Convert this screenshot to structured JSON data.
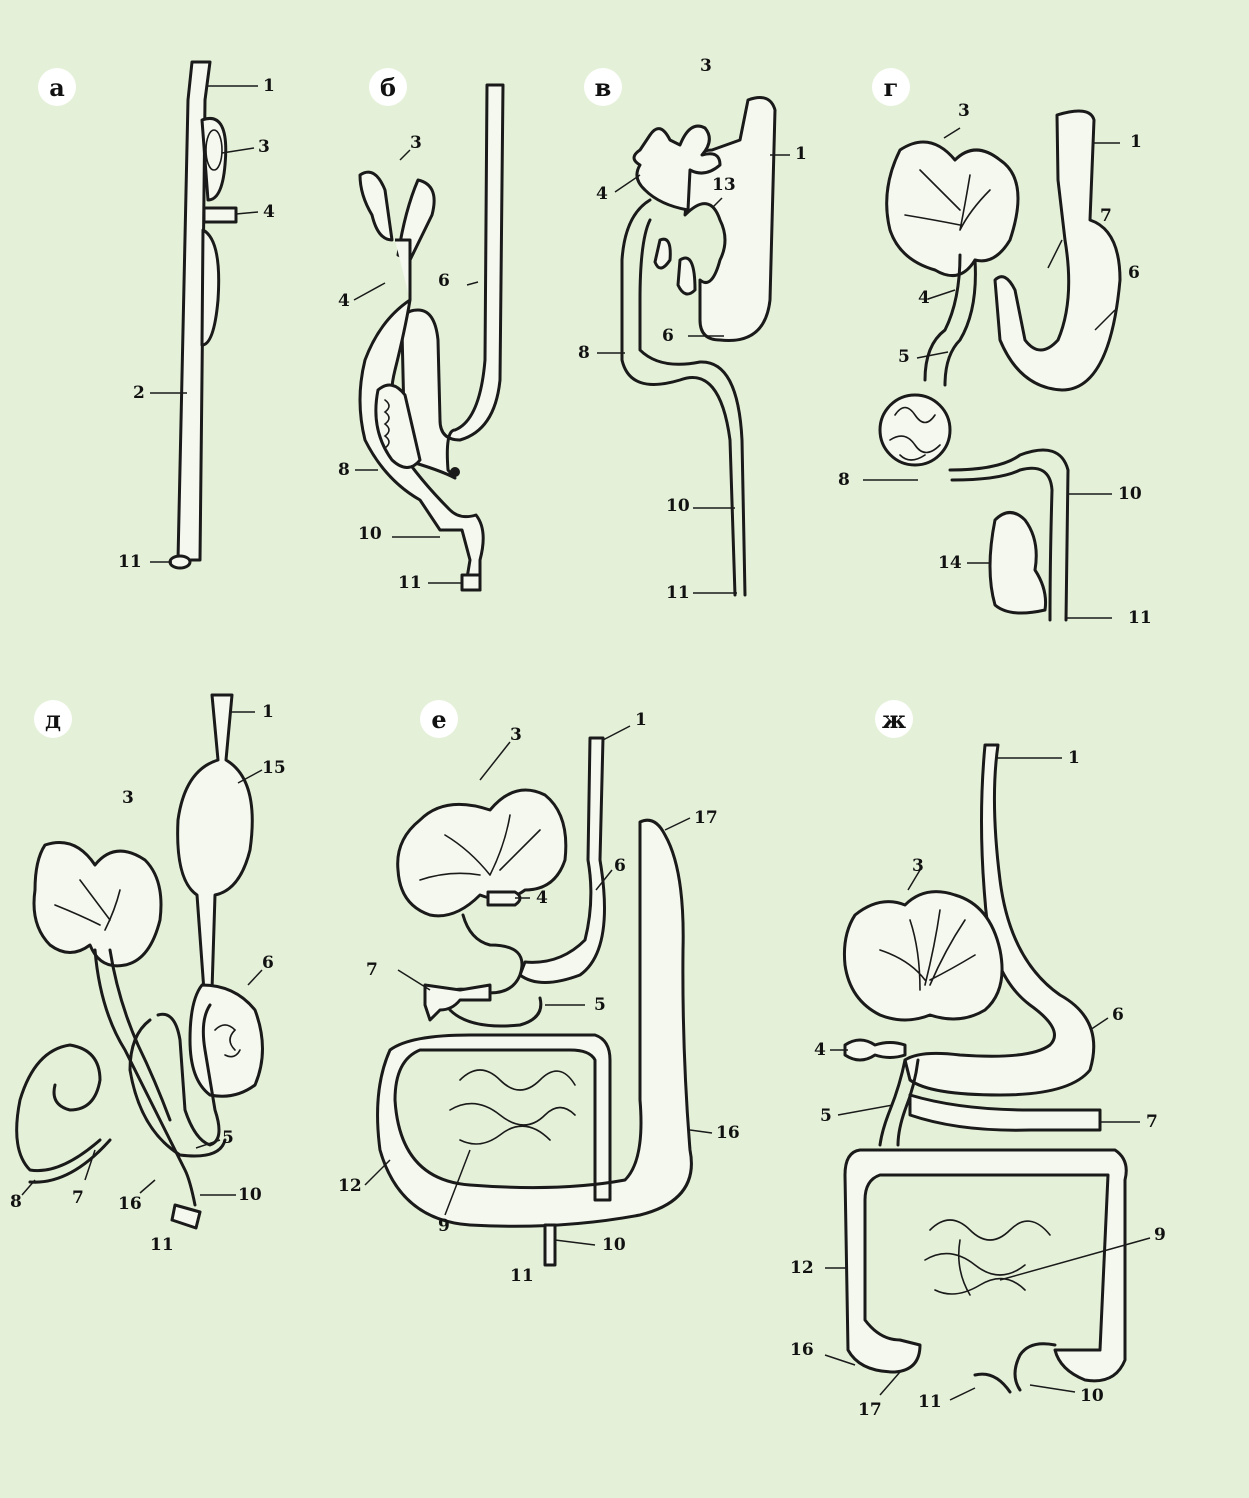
{
  "panels": [
    {
      "letter": "а",
      "labels": [
        "1",
        "3",
        "4",
        "2",
        "11"
      ]
    },
    {
      "letter": "б",
      "labels": [
        "3",
        "4",
        "6",
        "8",
        "10",
        "11"
      ]
    },
    {
      "letter": "в",
      "labels": [
        "3",
        "4",
        "13",
        "1",
        "6",
        "8",
        "10",
        "11"
      ]
    },
    {
      "letter": "г",
      "labels": [
        "3",
        "1",
        "7",
        "4",
        "6",
        "5",
        "8",
        "10",
        "14",
        "11"
      ]
    },
    {
      "letter": "д",
      "labels": [
        "1",
        "15",
        "3",
        "6",
        "5",
        "8",
        "7",
        "16",
        "10",
        "11"
      ]
    },
    {
      "letter": "е",
      "labels": [
        "1",
        "3",
        "17",
        "4",
        "6",
        "7",
        "5",
        "16",
        "12",
        "9",
        "10",
        "11"
      ]
    },
    {
      "letter": "ж",
      "labels": [
        "1",
        "3",
        "6",
        "4",
        "5",
        "7",
        "9",
        "12",
        "16",
        "17",
        "11",
        "10"
      ]
    }
  ]
}
